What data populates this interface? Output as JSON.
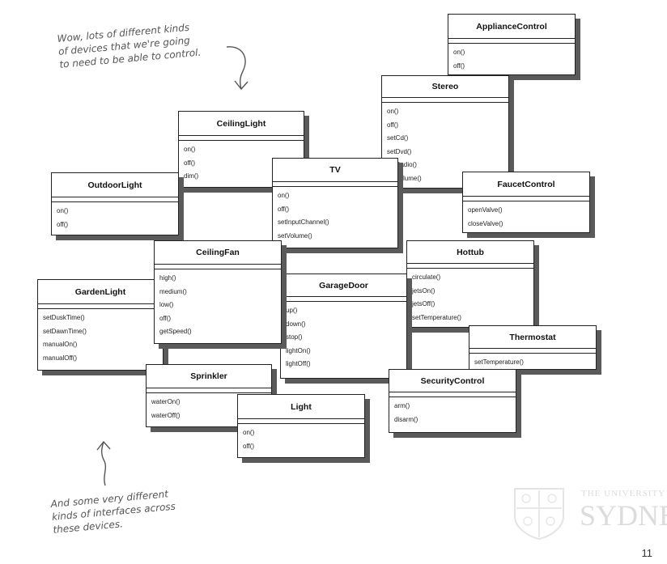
{
  "annotations": {
    "top_note": [
      "Wow, lots of different kinds",
      "of devices that we're going",
      "to need to be able to control."
    ],
    "bottom_note": [
      "And some very different",
      "kinds of interfaces across",
      "these devices."
    ]
  },
  "classes": {
    "appliance_control": {
      "name": "ApplianceControl",
      "methods": [
        "on()",
        "off()"
      ]
    },
    "stereo": {
      "name": "Stereo",
      "methods": [
        "on()",
        "off()",
        "setCd()",
        "setDvd()",
        "setRadio()",
        "setVolume()"
      ]
    },
    "ceiling_light": {
      "name": "CeilingLight",
      "methods": [
        "on()",
        "off()",
        "dim()"
      ]
    },
    "tv": {
      "name": "TV",
      "methods": [
        "on()",
        "off()",
        "setInputChannel()",
        "setVolume()"
      ]
    },
    "outdoor_light": {
      "name": "OutdoorLight",
      "methods": [
        "on()",
        "off()"
      ]
    },
    "faucet_control": {
      "name": "FaucetControl",
      "methods": [
        "openValve()",
        "closeValve()"
      ]
    },
    "ceiling_fan": {
      "name": "CeilingFan",
      "methods": [
        "high()",
        "medium()",
        "low()",
        "off()",
        "getSpeed()"
      ]
    },
    "hottub": {
      "name": "Hottub",
      "methods": [
        "circulate()",
        "jetsOn()",
        "jetsOff()",
        "setTemperature()"
      ]
    },
    "garden_light": {
      "name": "GardenLight",
      "methods": [
        "setDuskTime()",
        "setDawnTime()",
        "manualOn()",
        "manualOff()"
      ]
    },
    "garage_door": {
      "name": "GarageDoor",
      "methods": [
        "up()",
        "down()",
        "stop()",
        "lightOn()",
        "lightOff()"
      ]
    },
    "thermostat": {
      "name": "Thermostat",
      "methods": [
        "setTemperature()"
      ]
    },
    "sprinkler": {
      "name": "Sprinkler",
      "methods": [
        "waterOn()",
        "waterOff()"
      ]
    },
    "security_control": {
      "name": "SecurityControl",
      "methods": [
        "arm()",
        "disarm()"
      ]
    },
    "light": {
      "name": "Light",
      "methods": [
        "on()",
        "off()"
      ]
    }
  },
  "logo": {
    "line1": "THE UNIVERSITY OF",
    "line2": "SYDNEY"
  },
  "page_number": "11"
}
